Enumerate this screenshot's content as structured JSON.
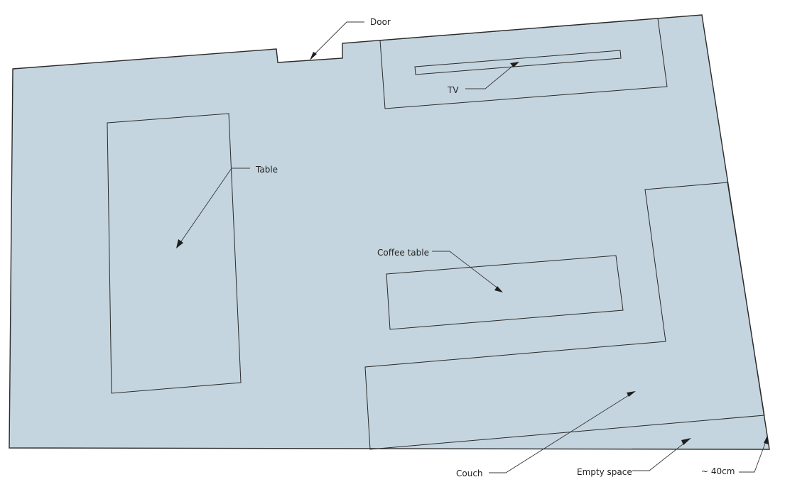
{
  "diagram": {
    "labels": {
      "door": "Door",
      "tv": "TV",
      "table": "Table",
      "coffee_table": "Coffee table",
      "couch": "Couch",
      "empty_space": "Empty space",
      "gap": "~ 40cm"
    }
  },
  "colors": {
    "floor": "#c5d5df",
    "outline": "#2a2a2a"
  }
}
